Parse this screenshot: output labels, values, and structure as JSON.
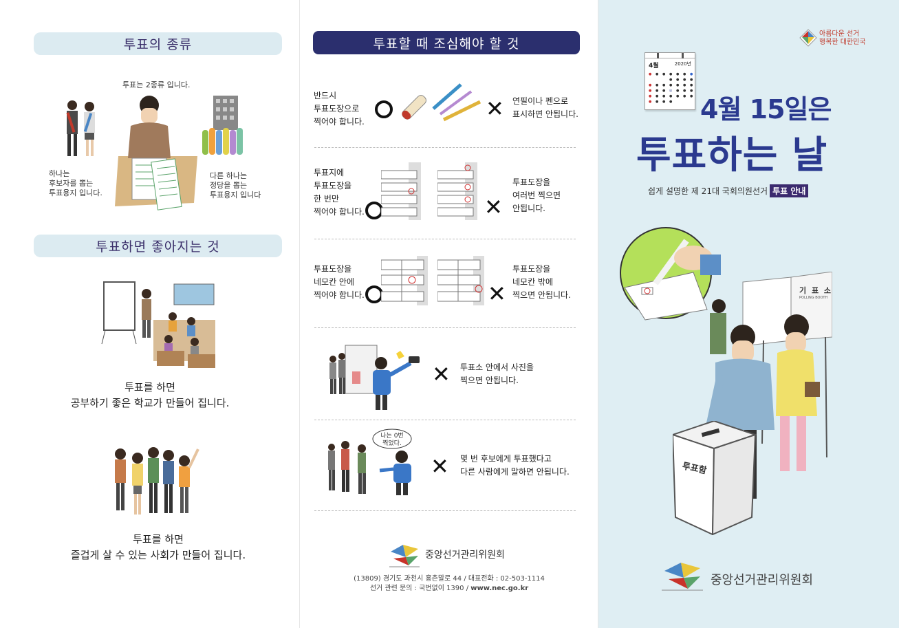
{
  "col1": {
    "section1_title": "투표의 종류",
    "types_caption": "투표는 2종류 입니다.",
    "left_note": [
      "하나는",
      "후보자를 뽑는",
      "투표용지 입니다."
    ],
    "right_note": [
      "다른 하나는",
      "정당을 뽑는",
      "투표용지 입니다"
    ],
    "section2_title": "투표하면 좋아지는 것",
    "benefit1": [
      "투표를 하면",
      "공부하기 좋은 학교가 만들어 집니다."
    ],
    "benefit2": [
      "투표를 하면",
      "즐겁게 살 수 있는 사회가 만들어 집니다."
    ]
  },
  "col2": {
    "title": "투표할 때 조심해야 할 것",
    "rules": [
      {
        "left": [
          "반드시",
          "투표도장으로",
          "찍어야 합니다."
        ],
        "right": [
          "연필이나 펜으로",
          "표시하면 안됩니다."
        ]
      },
      {
        "left": [
          "투표지에",
          "투표도장을",
          "한 번만",
          "찍어야 합니다."
        ],
        "right": [
          "투표도장을",
          "여러번 찍으면",
          "안됩니다."
        ]
      },
      {
        "left": [
          "투표도장을",
          "네모칸 안에",
          "찍어야 합니다."
        ],
        "right": [
          "투표도장을",
          "네모칸 밖에",
          "찍으면 안됩니다."
        ]
      },
      {
        "right": [
          "투표소 안에서 사진을",
          "찍으면 안됩니다."
        ]
      },
      {
        "right": [
          "몇 번 후보에게 투표했다고",
          "다른 사람에게 말하면 안됩니다."
        ],
        "bubble": [
          "나는 0번",
          "찍었다."
        ]
      }
    ],
    "org_name": "중앙선거관리위원회",
    "address": "(13809) 경기도 과천시 홍촌말로 44 / 대표전화 : 02-503-1114",
    "inquiry_prefix": "선거 관련 문의 : 국번없이 1390 / ",
    "website": "www.nec.go.kr"
  },
  "col3": {
    "slogan": [
      "아름다운 선거",
      "행복한 대한민국"
    ],
    "calendar_month": "4월",
    "calendar_year": "2020년",
    "headline1": "4월 15일은",
    "headline2": "투표하는 날",
    "subtitle": "쉽게 설명한 제 21대 국회의원선거",
    "subtitle_tag": "투표 안내",
    "booth_label": "기 표 소",
    "booth_label_en": "POLLING BOOTH",
    "ballot_box_label": "투표함",
    "org_name": "중앙선거관리위원회"
  },
  "colors": {
    "navy": "#2b2f6e",
    "headline": "#2b3a8f",
    "panel_bg": "#dfeef3",
    "pill_light": "#dcebf1",
    "tag_bg": "#3b2a6e"
  }
}
